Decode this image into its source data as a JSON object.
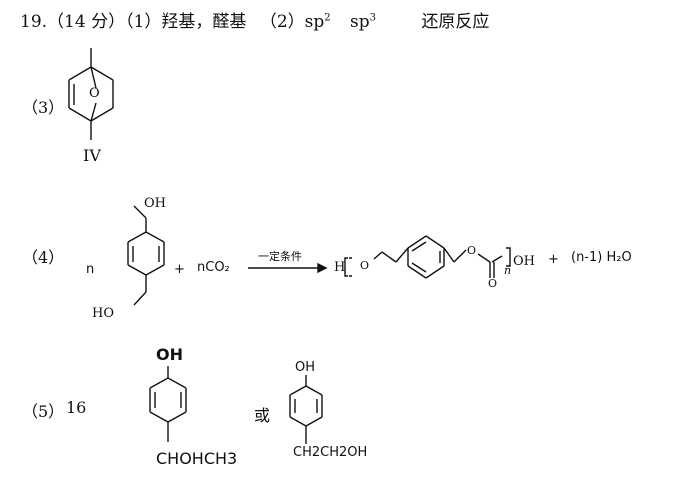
{
  "q19": {
    "header": {
      "number": "19.",
      "score": "（14 分）",
      "p1_label": "（1）",
      "p1_answer": "羟基，醛基",
      "p2_label": "（2）",
      "p2_sp2": "sp",
      "p2_sp2_exp": "2",
      "p2_sp3": "sp",
      "p2_sp3_exp": "3",
      "p2_reaction": "还原反应"
    },
    "part3": {
      "label": "（3）",
      "bridge_atom": "O",
      "compound": "IV"
    },
    "part4": {
      "label": "（4）",
      "n": "n",
      "oh_top": "OH",
      "ho_bottom": "HO",
      "plus1": "+",
      "co2": "nCO₂",
      "condition": "一定条件",
      "product_h": "H",
      "product_o1": "O",
      "product_o2": "O",
      "product_o3": "O",
      "product_n": "n",
      "product_oh": "OH",
      "plus2": "+",
      "water": "(n-1)  H₂O"
    },
    "part5": {
      "label": "（5）",
      "count": "16",
      "s1_oh": "OH",
      "s1_sub": "CHOHCH3",
      "or": "或",
      "s2_oh": "OH",
      "s2_sub": "CH2CH2OH"
    }
  }
}
